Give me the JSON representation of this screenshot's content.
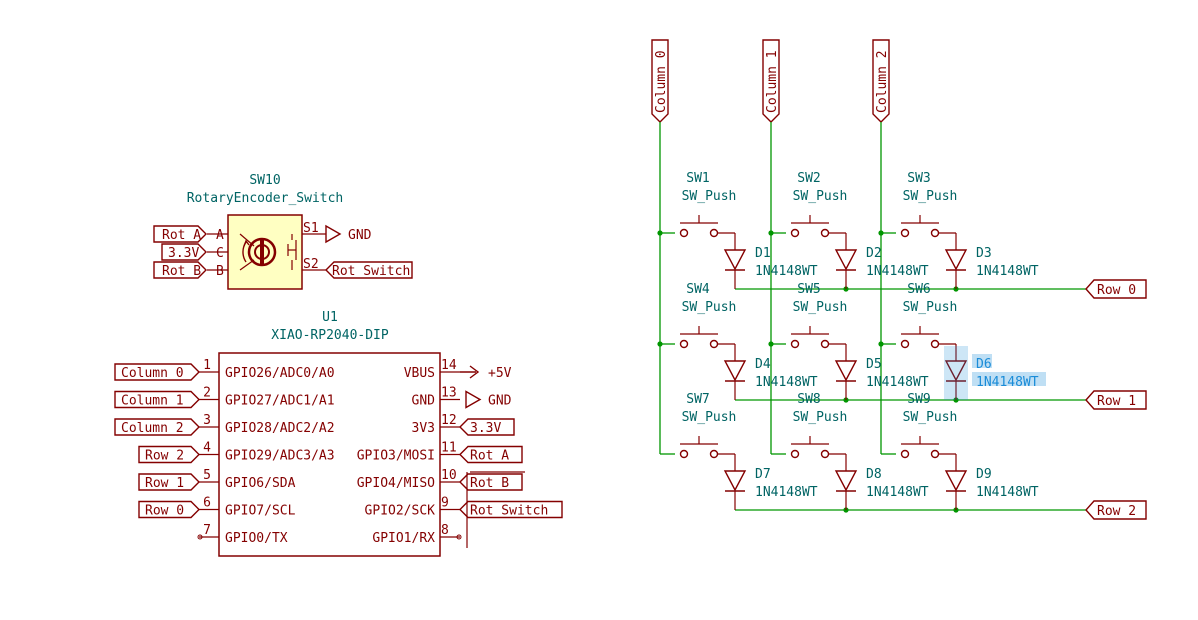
{
  "encoder": {
    "ref": "SW10",
    "value": "RotaryEncoder_Switch",
    "pin_a": "A",
    "pin_c": "C",
    "pin_b": "B",
    "pin_s1": "S1",
    "pin_s2": "S2",
    "label_rot_a": "Rot A",
    "label_3v3": "3.3V",
    "label_rot_b": "Rot B",
    "power_gnd": "GND",
    "label_rot_switch": "Rot Switch"
  },
  "mcu": {
    "ref": "U1",
    "value": "XIAO-RP2040-DIP",
    "left_pins": [
      {
        "num": "1",
        "name": "GPIO26/ADC0/A0",
        "net": "Column 0"
      },
      {
        "num": "2",
        "name": "GPIO27/ADC1/A1",
        "net": "Column 1"
      },
      {
        "num": "3",
        "name": "GPIO28/ADC2/A2",
        "net": "Column 2"
      },
      {
        "num": "4",
        "name": "GPIO29/ADC3/A3",
        "net": "Row 2"
      },
      {
        "num": "5",
        "name": "GPIO6/SDA",
        "net": "Row 1"
      },
      {
        "num": "6",
        "name": "GPIO7/SCL",
        "net": "Row 0"
      },
      {
        "num": "7",
        "name": "GPIO0/TX",
        "net": ""
      }
    ],
    "right_pins": [
      {
        "num": "14",
        "name": "VBUS",
        "net": "+5V"
      },
      {
        "num": "13",
        "name": "GND",
        "net": "GND"
      },
      {
        "num": "12",
        "name": "3V3",
        "net": "3.3V"
      },
      {
        "num": "11",
        "name": "GPIO3/MOSI",
        "net": "Rot A"
      },
      {
        "num": "10",
        "name": "GPIO4/MISO",
        "net": "Rot B"
      },
      {
        "num": "9",
        "name": "GPIO2/SCK",
        "net": "Rot Switch"
      },
      {
        "num": "8",
        "name": "GPIO1/RX",
        "net": ""
      }
    ]
  },
  "matrix": {
    "columns": [
      "Column 0",
      "Column 1",
      "Column 2"
    ],
    "rows": [
      "Row 0",
      "Row 1",
      "Row 2"
    ],
    "switch_value": "SW_Push",
    "diode_value": "1N4148WT",
    "switches": [
      "SW1",
      "SW2",
      "SW3",
      "SW4",
      "SW5",
      "SW6",
      "SW7",
      "SW8",
      "SW9"
    ],
    "diodes": [
      "D1",
      "D2",
      "D3",
      "D4",
      "D5",
      "D6",
      "D7",
      "D8",
      "D9"
    ],
    "selected_diode": "D6",
    "selected_diode_value": "1N4148WT"
  },
  "colors": {
    "wire": "#009600",
    "symbol": "#840000",
    "reference": "#006464",
    "symbol_fill": "#ffffc2",
    "selection": "#1a8cd8"
  }
}
